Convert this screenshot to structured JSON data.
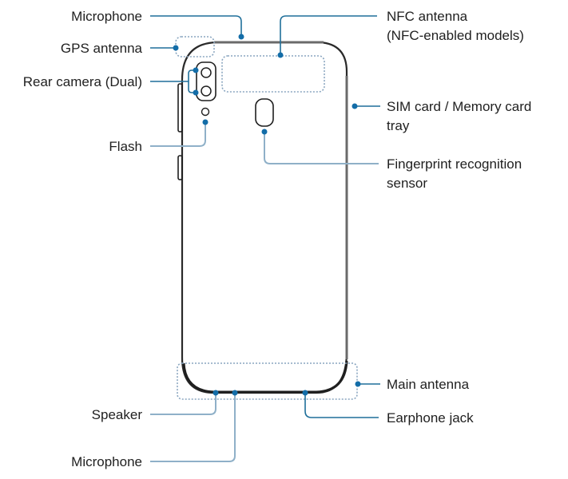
{
  "diagram": {
    "title": "Phone rear layout",
    "accent_color": "#136da8",
    "labels": {
      "microphone_top": "Microphone",
      "gps_antenna": "GPS antenna",
      "rear_camera": "Rear camera (Dual)",
      "flash": "Flash",
      "nfc_antenna_line1": "NFC antenna",
      "nfc_antenna_line2": "(NFC-enabled models)",
      "sim_tray_line1": "SIM card / Memory card",
      "sim_tray_line2": "tray",
      "fingerprint_line1": "Fingerprint recognition",
      "fingerprint_line2": "sensor",
      "main_antenna": "Main antenna",
      "speaker": "Speaker",
      "earphone_jack": "Earphone jack",
      "microphone_bottom": "Microphone"
    }
  }
}
